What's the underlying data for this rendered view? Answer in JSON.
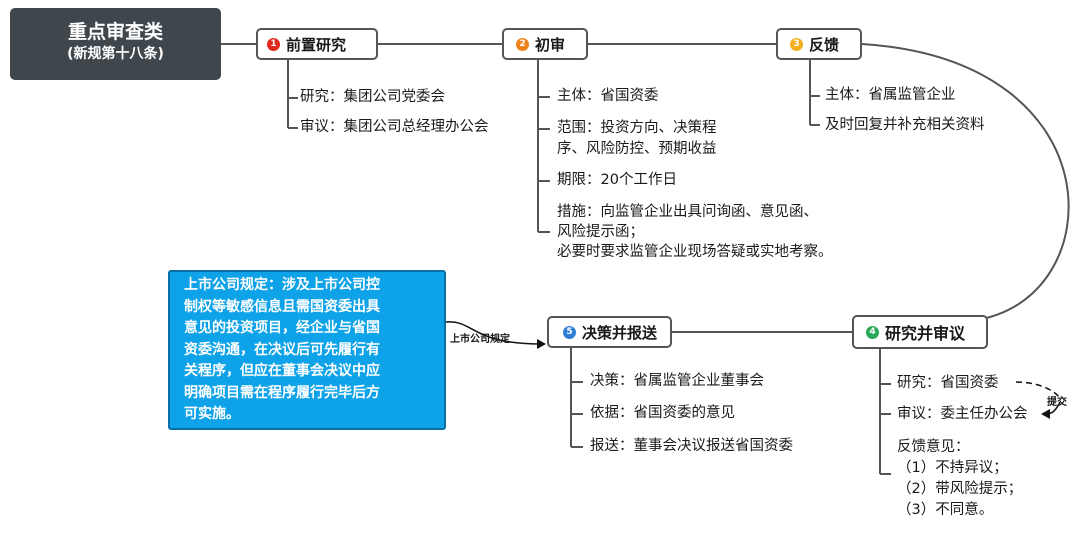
{
  "root": {
    "line1": "重点审查类",
    "line2": "(新规第十八条)"
  },
  "nodes": [
    {
      "num": "1",
      "title": "前置研究",
      "color": "#e0281c",
      "items": [
        "研究：集团公司党委会",
        "审议：集团公司总经理办公会"
      ]
    },
    {
      "num": "2",
      "title": "初审",
      "color": "#f0821e",
      "items": [
        "主体：省国资委",
        "范围：投资方向、决策程",
        "序、风险防控、预期收益",
        "期限：20个工作日",
        "措施：向监管企业出具问询函、意见函、",
        "风险提示函；",
        "必要时要求监管企业现场答疑或实地考察。"
      ]
    },
    {
      "num": "3",
      "title": "反馈",
      "color": "#f2b01e",
      "items": [
        "主体：省属监管企业",
        "及时回复并补充相关资料"
      ]
    },
    {
      "num": "4",
      "title": "研究并审议",
      "color": "#2aa95a",
      "items": [
        "研究：省国资委",
        "审议：委主任办公会",
        "反馈意见：",
        "（1）不持异议；",
        "（2）带风险提示；",
        "（3）不同意。"
      ]
    },
    {
      "num": "5",
      "title": "决策并报送",
      "color": "#2f7fd6",
      "items": [
        "决策：省属监管企业董事会",
        "依据：省国资委的意见",
        "报送：董事会决议报送省国资委"
      ]
    }
  ],
  "note": {
    "lines": [
      "上市公司规定：涉及上市公司控",
      "制权等敏感信息且需国资委出具",
      "意见的投资项目，经企业与省国",
      "资委沟通，在决议后可先履行有",
      "关程序，但应在董事会决议中应",
      "明确项目需在程序履行完毕后方",
      "可实施。"
    ]
  },
  "labels": {
    "note_arrow": "上市公司规定",
    "submit_arrow": "提交"
  },
  "colors": {
    "root_bg": "#3f474d",
    "note_bg": "#0ea2e8",
    "line": "#555555"
  }
}
